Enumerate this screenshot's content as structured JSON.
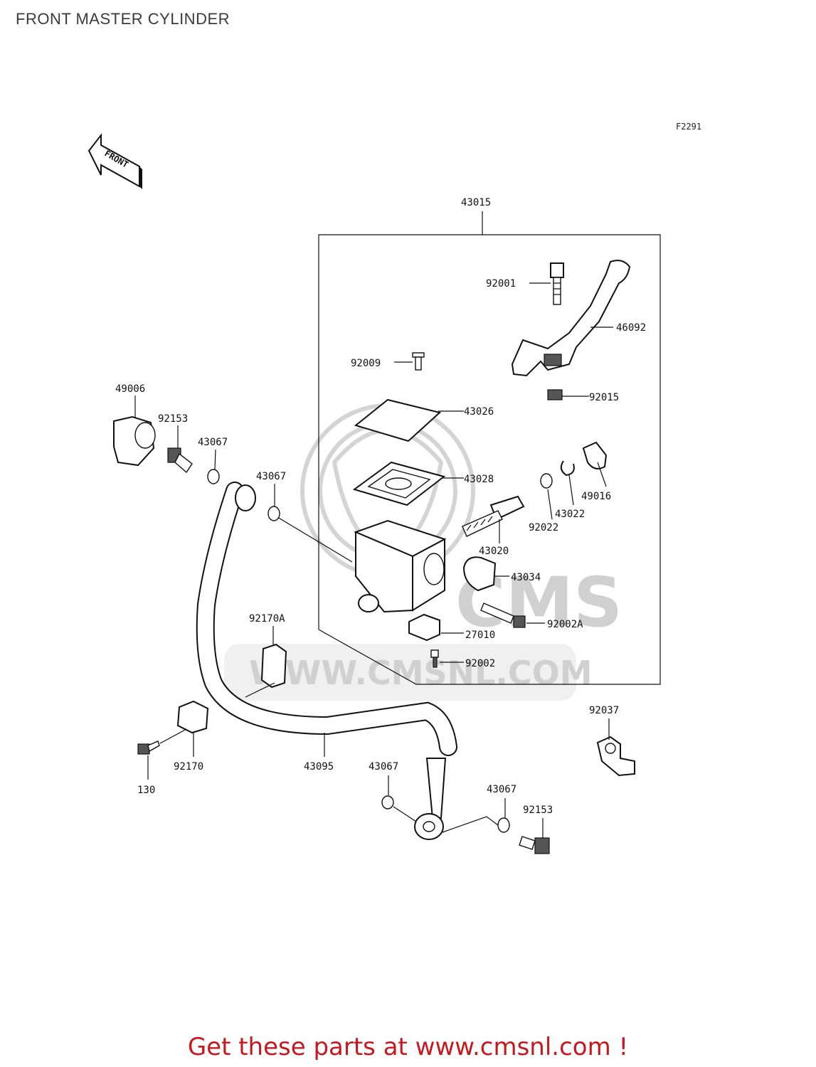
{
  "page": {
    "title": "FRONT MASTER CYLINDER",
    "figure_code": "F2291",
    "footer": "Get these parts at www.cmsnl.com !"
  },
  "front_arrow": {
    "text": "FRONT"
  },
  "watermark": {
    "logo_text": "CMS",
    "url": "WWW.CMSNL.COM"
  },
  "parts": {
    "p43015": "43015",
    "p92001": "92001",
    "p46092": "46092",
    "p92009": "92009",
    "p92015": "92015",
    "p43026": "43026",
    "p43028": "43028",
    "p49016": "49016",
    "p43022": "43022",
    "p92022": "92022",
    "p43020": "43020",
    "p43034": "43034",
    "p92002A": "92002A",
    "p27010": "27010",
    "p92002": "92002",
    "p49006": "49006",
    "p92153a": "92153",
    "p43067a": "43067",
    "p43067b": "43067",
    "p92170A": "92170A",
    "p92170": "92170",
    "p130": "130",
    "p43095": "43095",
    "p43067c": "43067",
    "p43067d": "43067",
    "p92153b": "92153",
    "p92037": "92037"
  }
}
